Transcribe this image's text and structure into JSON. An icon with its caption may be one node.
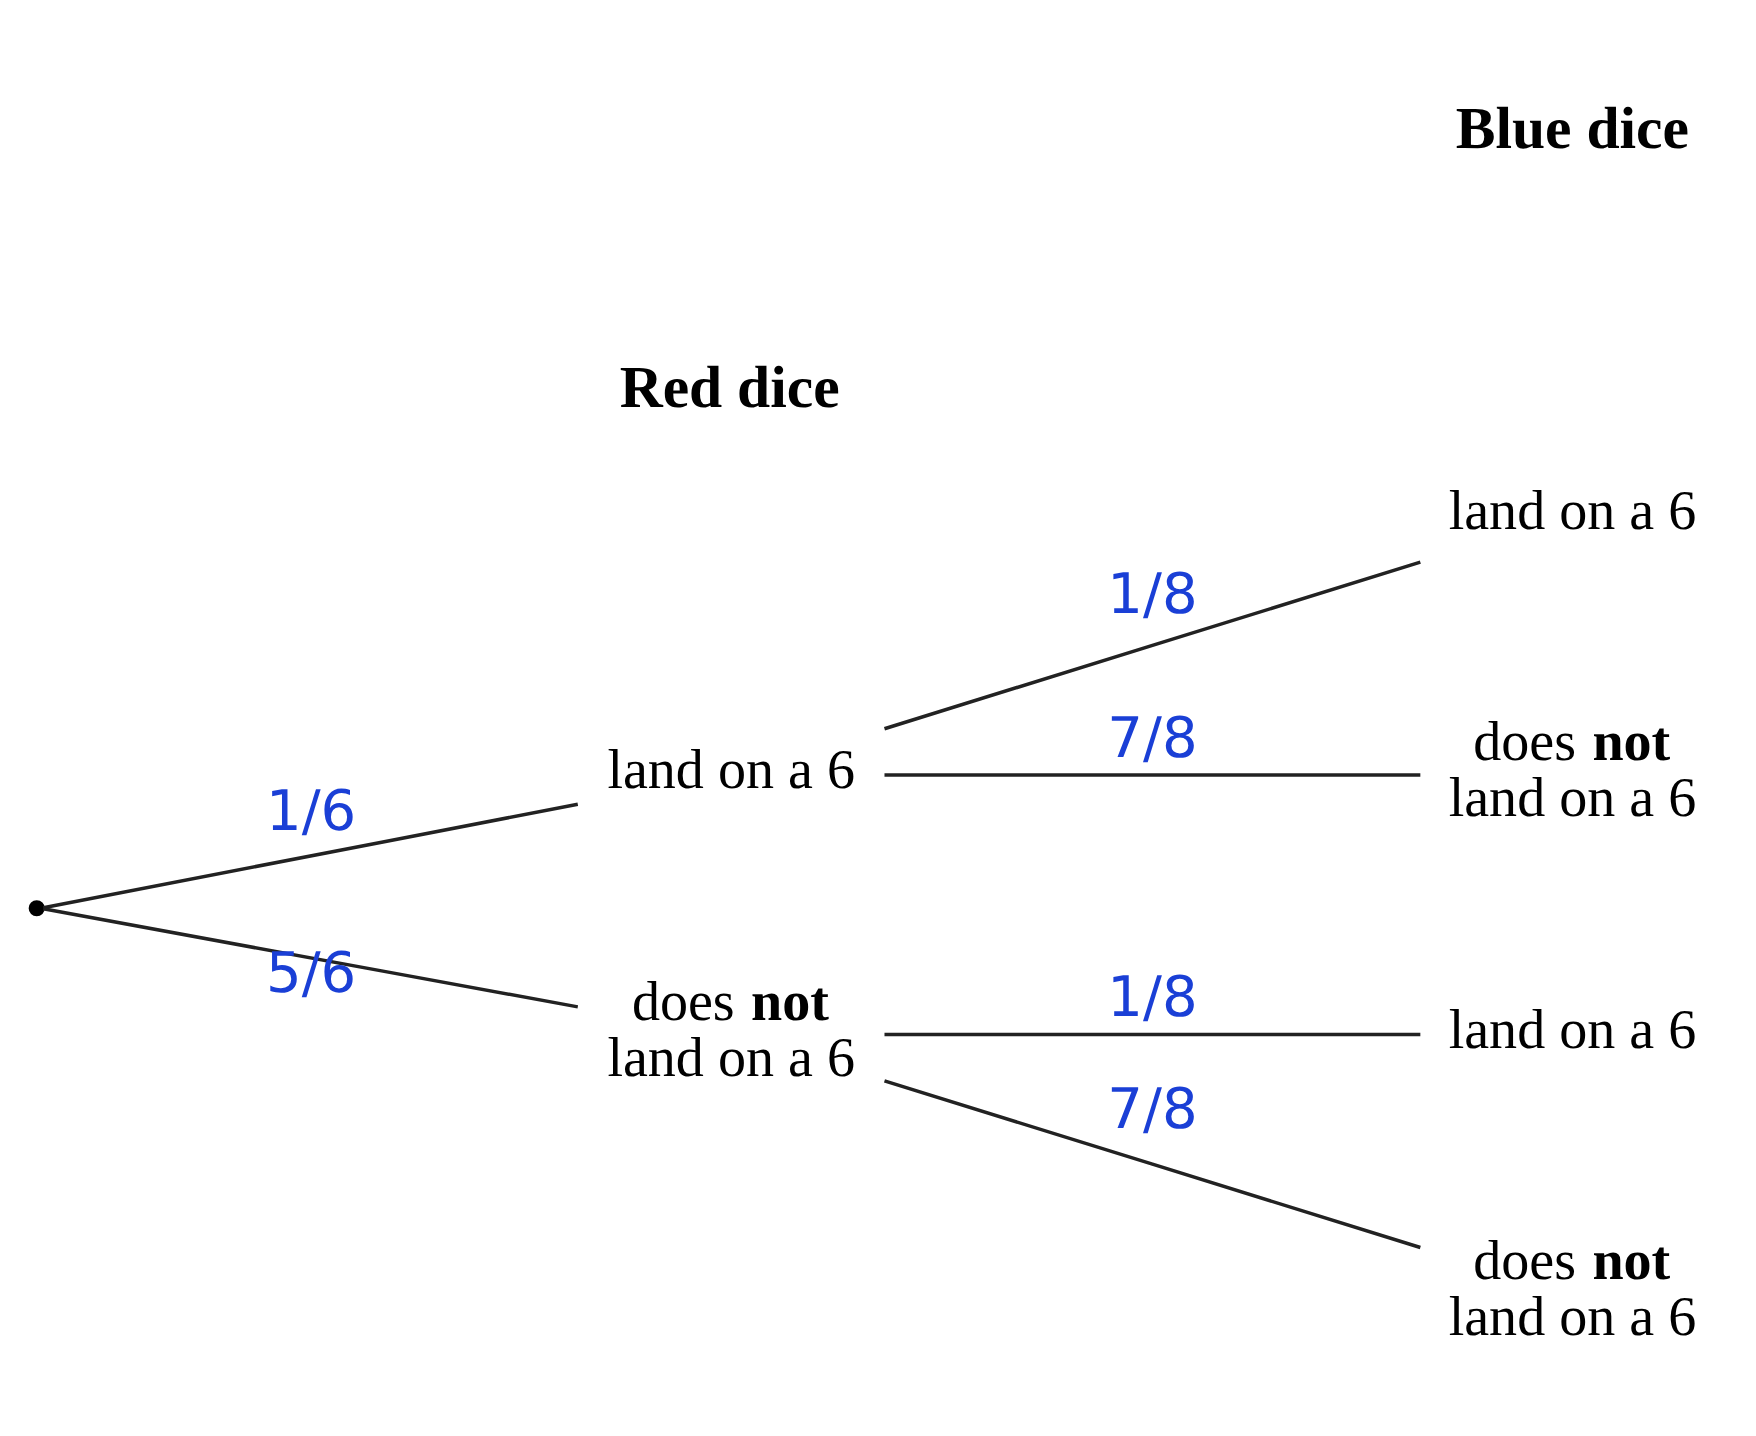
{
  "diagram": {
    "nodes": [
      {
        "text": [],
        "shape": "point"
      },
      {
        "text": [
          "land on a 6"
        ]
      },
      {
        "text": [
          "does **not** land on a 6"
        ]
      },
      {
        "text": [
          "land on a 6"
        ]
      },
      {
        "text": [
          "does **not** land on a 6"
        ]
      },
      {
        "text": [
          "land on a 6"
        ]
      },
      {
        "text": [
          "does **not** land on a 6"
        ]
      }
    ],
    "edges": [
      {
        "from": 0,
        "to": 1,
        "arrow": "none",
        "label": "1/6"
      },
      {
        "from": 0,
        "to": 2,
        "arrow": "none",
        "label": "5/6"
      },
      {
        "from": 1,
        "to": 3,
        "arrow": "none",
        "label": "1/8"
      },
      {
        "from": 1,
        "to": 4,
        "arrow": "none",
        "label": "7/8"
      },
      {
        "from": 2,
        "to": 5,
        "arrow": "none",
        "label": "1/8"
      },
      {
        "from": 2,
        "to": 6,
        "arrow": "none",
        "label": "7/8"
      }
    ],
    "labels": [
      "Red dice",
      "Blue dice"
    ]
  }
}
